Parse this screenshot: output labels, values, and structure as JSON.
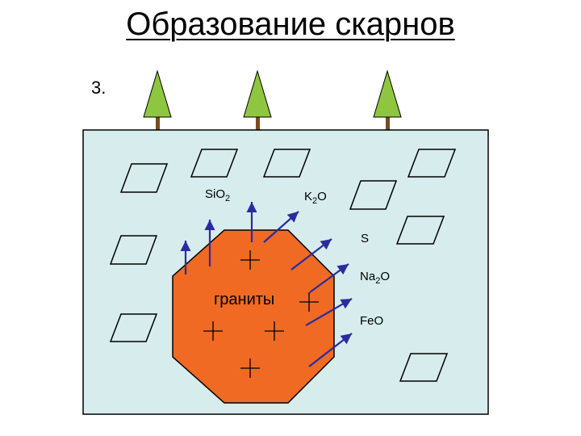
{
  "title": "Образование скарнов",
  "step": "3.",
  "rock_label": "граниты",
  "elements": [
    {
      "id": "sio2",
      "base": "Si",
      "sub": "O",
      "idx": "2",
      "tail": ""
    },
    {
      "id": "k2o",
      "base": "K",
      "sub": "2",
      "idx": "",
      "tail": "O"
    },
    {
      "id": "s",
      "base": "S",
      "sub": "",
      "idx": "",
      "tail": ""
    },
    {
      "id": "na2o",
      "base": "Na",
      "sub": "2",
      "idx": "",
      "tail": "O"
    },
    {
      "id": "feo",
      "base": "Fe",
      "sub": "O",
      "idx": "",
      "tail": ""
    }
  ],
  "colors": {
    "host_rock": "#d7ecec",
    "granite": "#f06a24",
    "tree_crown": "#8fc63f",
    "tree_trunk": "#7a4b1c",
    "crystal": "#d7ecec",
    "arrow": "#2b2ba0"
  }
}
